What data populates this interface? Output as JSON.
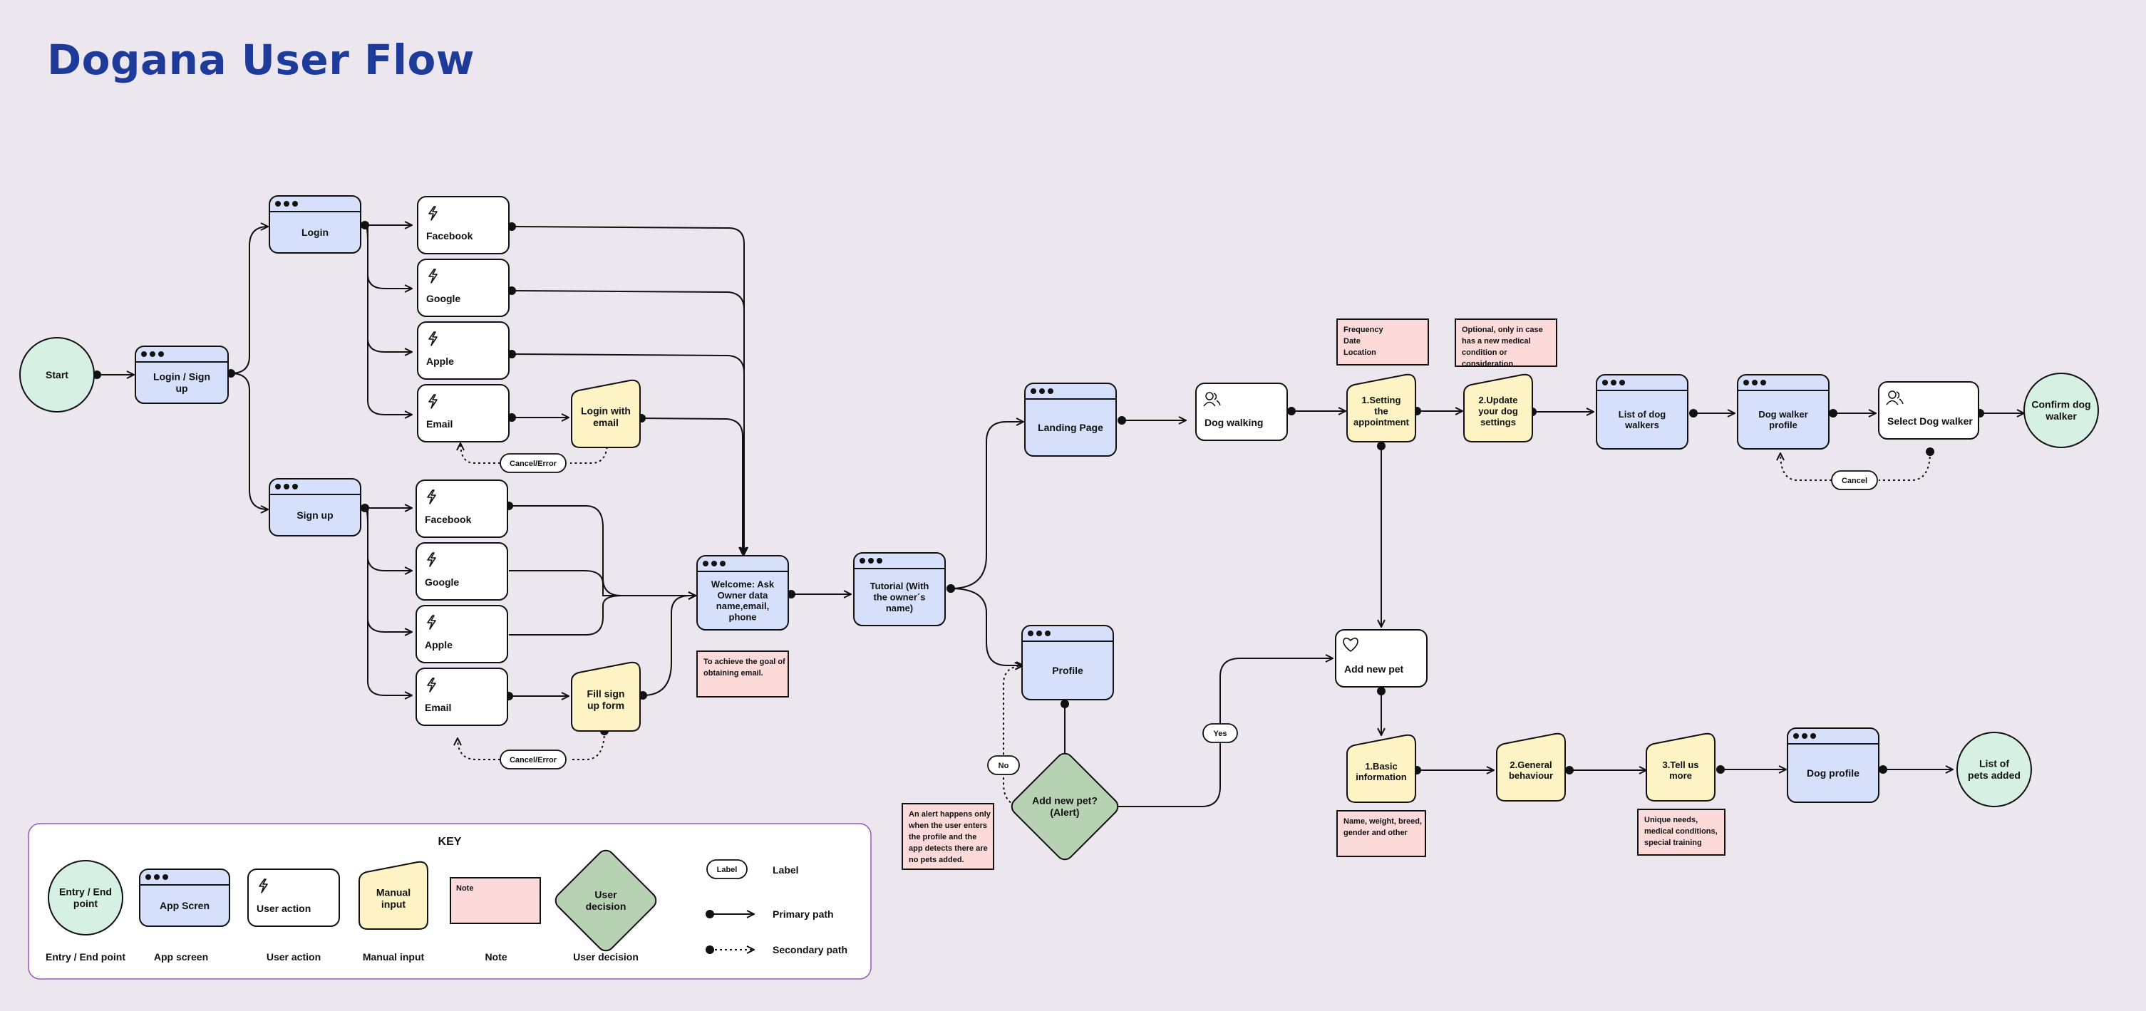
{
  "title": "Dogana User Flow",
  "colors": {
    "background": "#ece6ee",
    "title": "#1f3b9a",
    "app_screen": "#d6e0fa",
    "user_action": "#ffffff",
    "manual_input": "#fdf3c4",
    "note": "#fddada",
    "decision": "#b7d1b3",
    "entry_end": "#d6f1e3",
    "key_border": "#9b59b6"
  },
  "nodes": {
    "start": "Start",
    "login_signup": "Login / Sign up",
    "login": "Login",
    "signup": "Sign up",
    "login_facebook": "Facebook",
    "login_google": "Google",
    "login_apple": "Apple",
    "login_email": "Email",
    "login_with_email": "Login with email",
    "signup_facebook": "Facebook",
    "signup_google": "Google",
    "signup_apple": "Apple",
    "signup_email": "Email",
    "fill_signup_form": "Fill sign up form",
    "welcome": "Welcome: Ask Owner data name,email, phone",
    "tutorial": "Tutorial (With the owner´s name)",
    "landing_page": "Landing Page",
    "dog_walking": "Dog walking",
    "setting_appointment": "1.Setting the appointment",
    "update_dog_settings": "2.Update your dog settings",
    "list_dog_walkers": "List of dog walkers",
    "dog_walker_profile": "Dog walker profile",
    "select_dog_walker": "Select Dog walker",
    "confirm_dog_walker": "Confirm dog walker",
    "profile": "Profile",
    "add_new_pet_alert": "Add new pet? (Alert)",
    "add_new_pet": "Add new pet",
    "basic_information": "1.Basic information",
    "general_behaviour": "2.General behaviour",
    "tell_us_more": "3.Tell us more",
    "dog_profile": "Dog profile",
    "list_of_pets_added": "List of pets added"
  },
  "edge_labels": {
    "cancel_error_login": "Cancel/Error",
    "cancel_error_signup": "Cancel/Error",
    "cancel_walker": "Cancel",
    "no": "No",
    "yes": "Yes"
  },
  "notes": {
    "email_goal": "To achieve the goal of obtaining email.",
    "appointment_fields": "Frequency Date Location",
    "optional_update": "Optional, only in case has a new medical condition or consideration",
    "alert_profile": "An alert happens only when the user enters the profile and the app detects there are no pets added.",
    "basic_info_fields": "Name, weight, breed, gender and other",
    "tell_more_fields": "Unique needs, medical conditions, special training"
  },
  "key": {
    "title": "KEY",
    "entry_end_shape": "Entry / End point",
    "app_screen_shape": "App Scren",
    "user_action_shape": "User action",
    "manual_input_shape": "Manual input",
    "note_shape": "Note",
    "decision_shape": "User decision",
    "entry_end_caption": "Entry / End point",
    "app_screen_caption": "App screen",
    "user_action_caption": "User action",
    "manual_input_caption": "Manual input",
    "note_caption": "Note",
    "decision_caption": "User decision",
    "label_pill": "Label",
    "label_text": "Label",
    "primary_path": "Primary path",
    "secondary_path": "Secondary path"
  }
}
